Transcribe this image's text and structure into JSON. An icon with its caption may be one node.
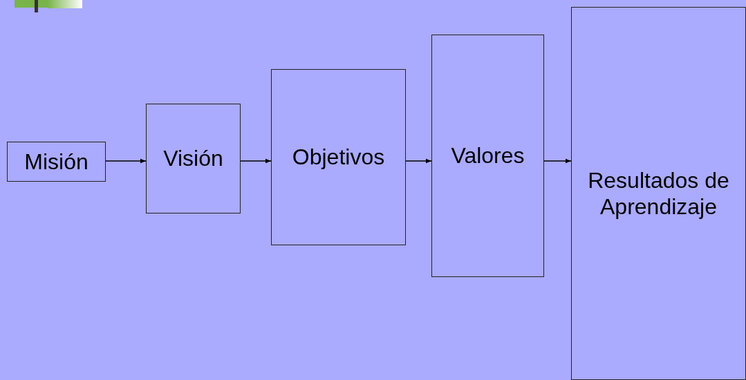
{
  "diagram": {
    "nodes": [
      {
        "text": [
          "Misión"
        ]
      },
      {
        "text": [
          "Visión"
        ]
      },
      {
        "text": [
          "Objetivos"
        ]
      },
      {
        "text": [
          "Valores"
        ]
      },
      {
        "text": [
          "Resultados de Aprendizaje"
        ]
      }
    ],
    "edges": [
      {
        "from": 0,
        "to": 1,
        "arrow": "to"
      },
      {
        "from": 1,
        "to": 2,
        "arrow": "to"
      },
      {
        "from": 2,
        "to": 3,
        "arrow": "to"
      },
      {
        "from": 3,
        "to": 4,
        "arrow": "to"
      }
    ]
  }
}
